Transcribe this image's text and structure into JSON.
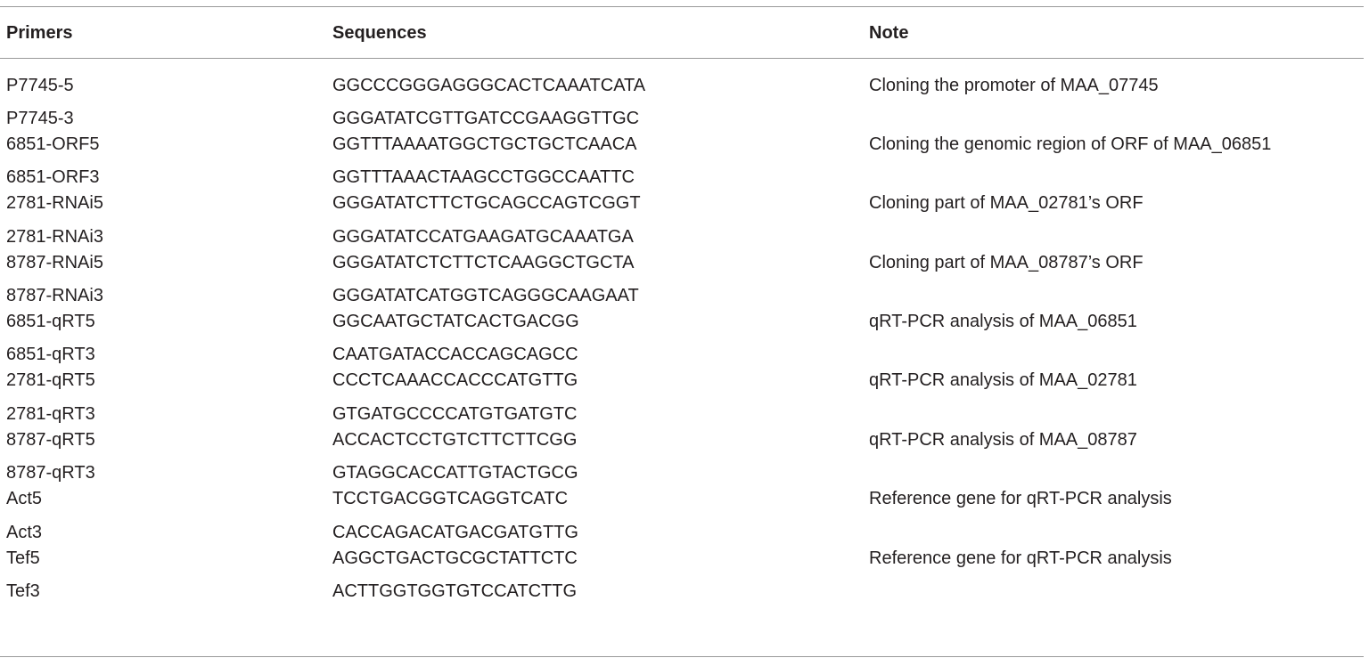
{
  "table": {
    "headers": {
      "primers": "Primers",
      "sequences": "Sequences",
      "note": "Note"
    },
    "rows": [
      {
        "primer": "P7745-5",
        "sequence": "GGCCCGGGAGGGCACTCAAATCATA",
        "note": "Cloning the promoter of MAA_07745"
      },
      {
        "primer": "P7745-3",
        "sequence": "GGGATATCGTTGATCCGAAGGTTGC",
        "note": ""
      },
      {
        "primer": "6851-ORF5",
        "sequence": "GGTTTAAAATGGCTGCTGCTCAACA",
        "note": "Cloning the genomic region of ORF of MAA_06851"
      },
      {
        "primer": "6851-ORF3",
        "sequence": "GGTTTAAACTAAGCCTGGCCAATTC",
        "note": ""
      },
      {
        "primer": "2781-RNAi5",
        "sequence": "GGGATATCTTCTGCAGCCAGTCGGT",
        "note": "Cloning part of MAA_02781’s ORF"
      },
      {
        "primer": "2781-RNAi3",
        "sequence": "GGGATATCCATGAAGATGCAAATGA",
        "note": ""
      },
      {
        "primer": "8787-RNAi5",
        "sequence": "GGGATATCTCTTCTCAAGGCTGCTA",
        "note": "Cloning part of MAA_08787’s ORF"
      },
      {
        "primer": "8787-RNAi3",
        "sequence": "GGGATATCATGGTCAGGGCAAGAAT",
        "note": ""
      },
      {
        "primer": "6851-qRT5",
        "sequence": "GGCAATGCTATCACTGACGG",
        "note": "qRT-PCR analysis of MAA_06851"
      },
      {
        "primer": "6851-qRT3",
        "sequence": "CAATGATACCACCAGCAGCC",
        "note": ""
      },
      {
        "primer": "2781-qRT5",
        "sequence": "CCCTCAAACCACCCATGTTG",
        "note": "qRT-PCR analysis of MAA_02781"
      },
      {
        "primer": "2781-qRT3",
        "sequence": "GTGATGCCCCATGTGATGTC",
        "note": ""
      },
      {
        "primer": "8787-qRT5",
        "sequence": "ACCACTCCTGTCTTCTTCGG",
        "note": "qRT-PCR analysis of MAA_08787"
      },
      {
        "primer": "8787-qRT3",
        "sequence": "GTAGGCACCATTGTACTGCG",
        "note": ""
      },
      {
        "primer": "Act5",
        "sequence": "TCCTGACGGTCAGGTCATC",
        "note": "Reference gene for qRT-PCR analysis"
      },
      {
        "primer": "Act3",
        "sequence": "CACCAGACATGACGATGTTG",
        "note": ""
      },
      {
        "primer": "Tef5",
        "sequence": "AGGCTGACTGCGCTATTCTC",
        "note": "Reference gene for qRT-PCR analysis"
      },
      {
        "primer": "Tef3",
        "sequence": "ACTTGGTGGTGTCCATCTTG",
        "note": ""
      }
    ]
  }
}
